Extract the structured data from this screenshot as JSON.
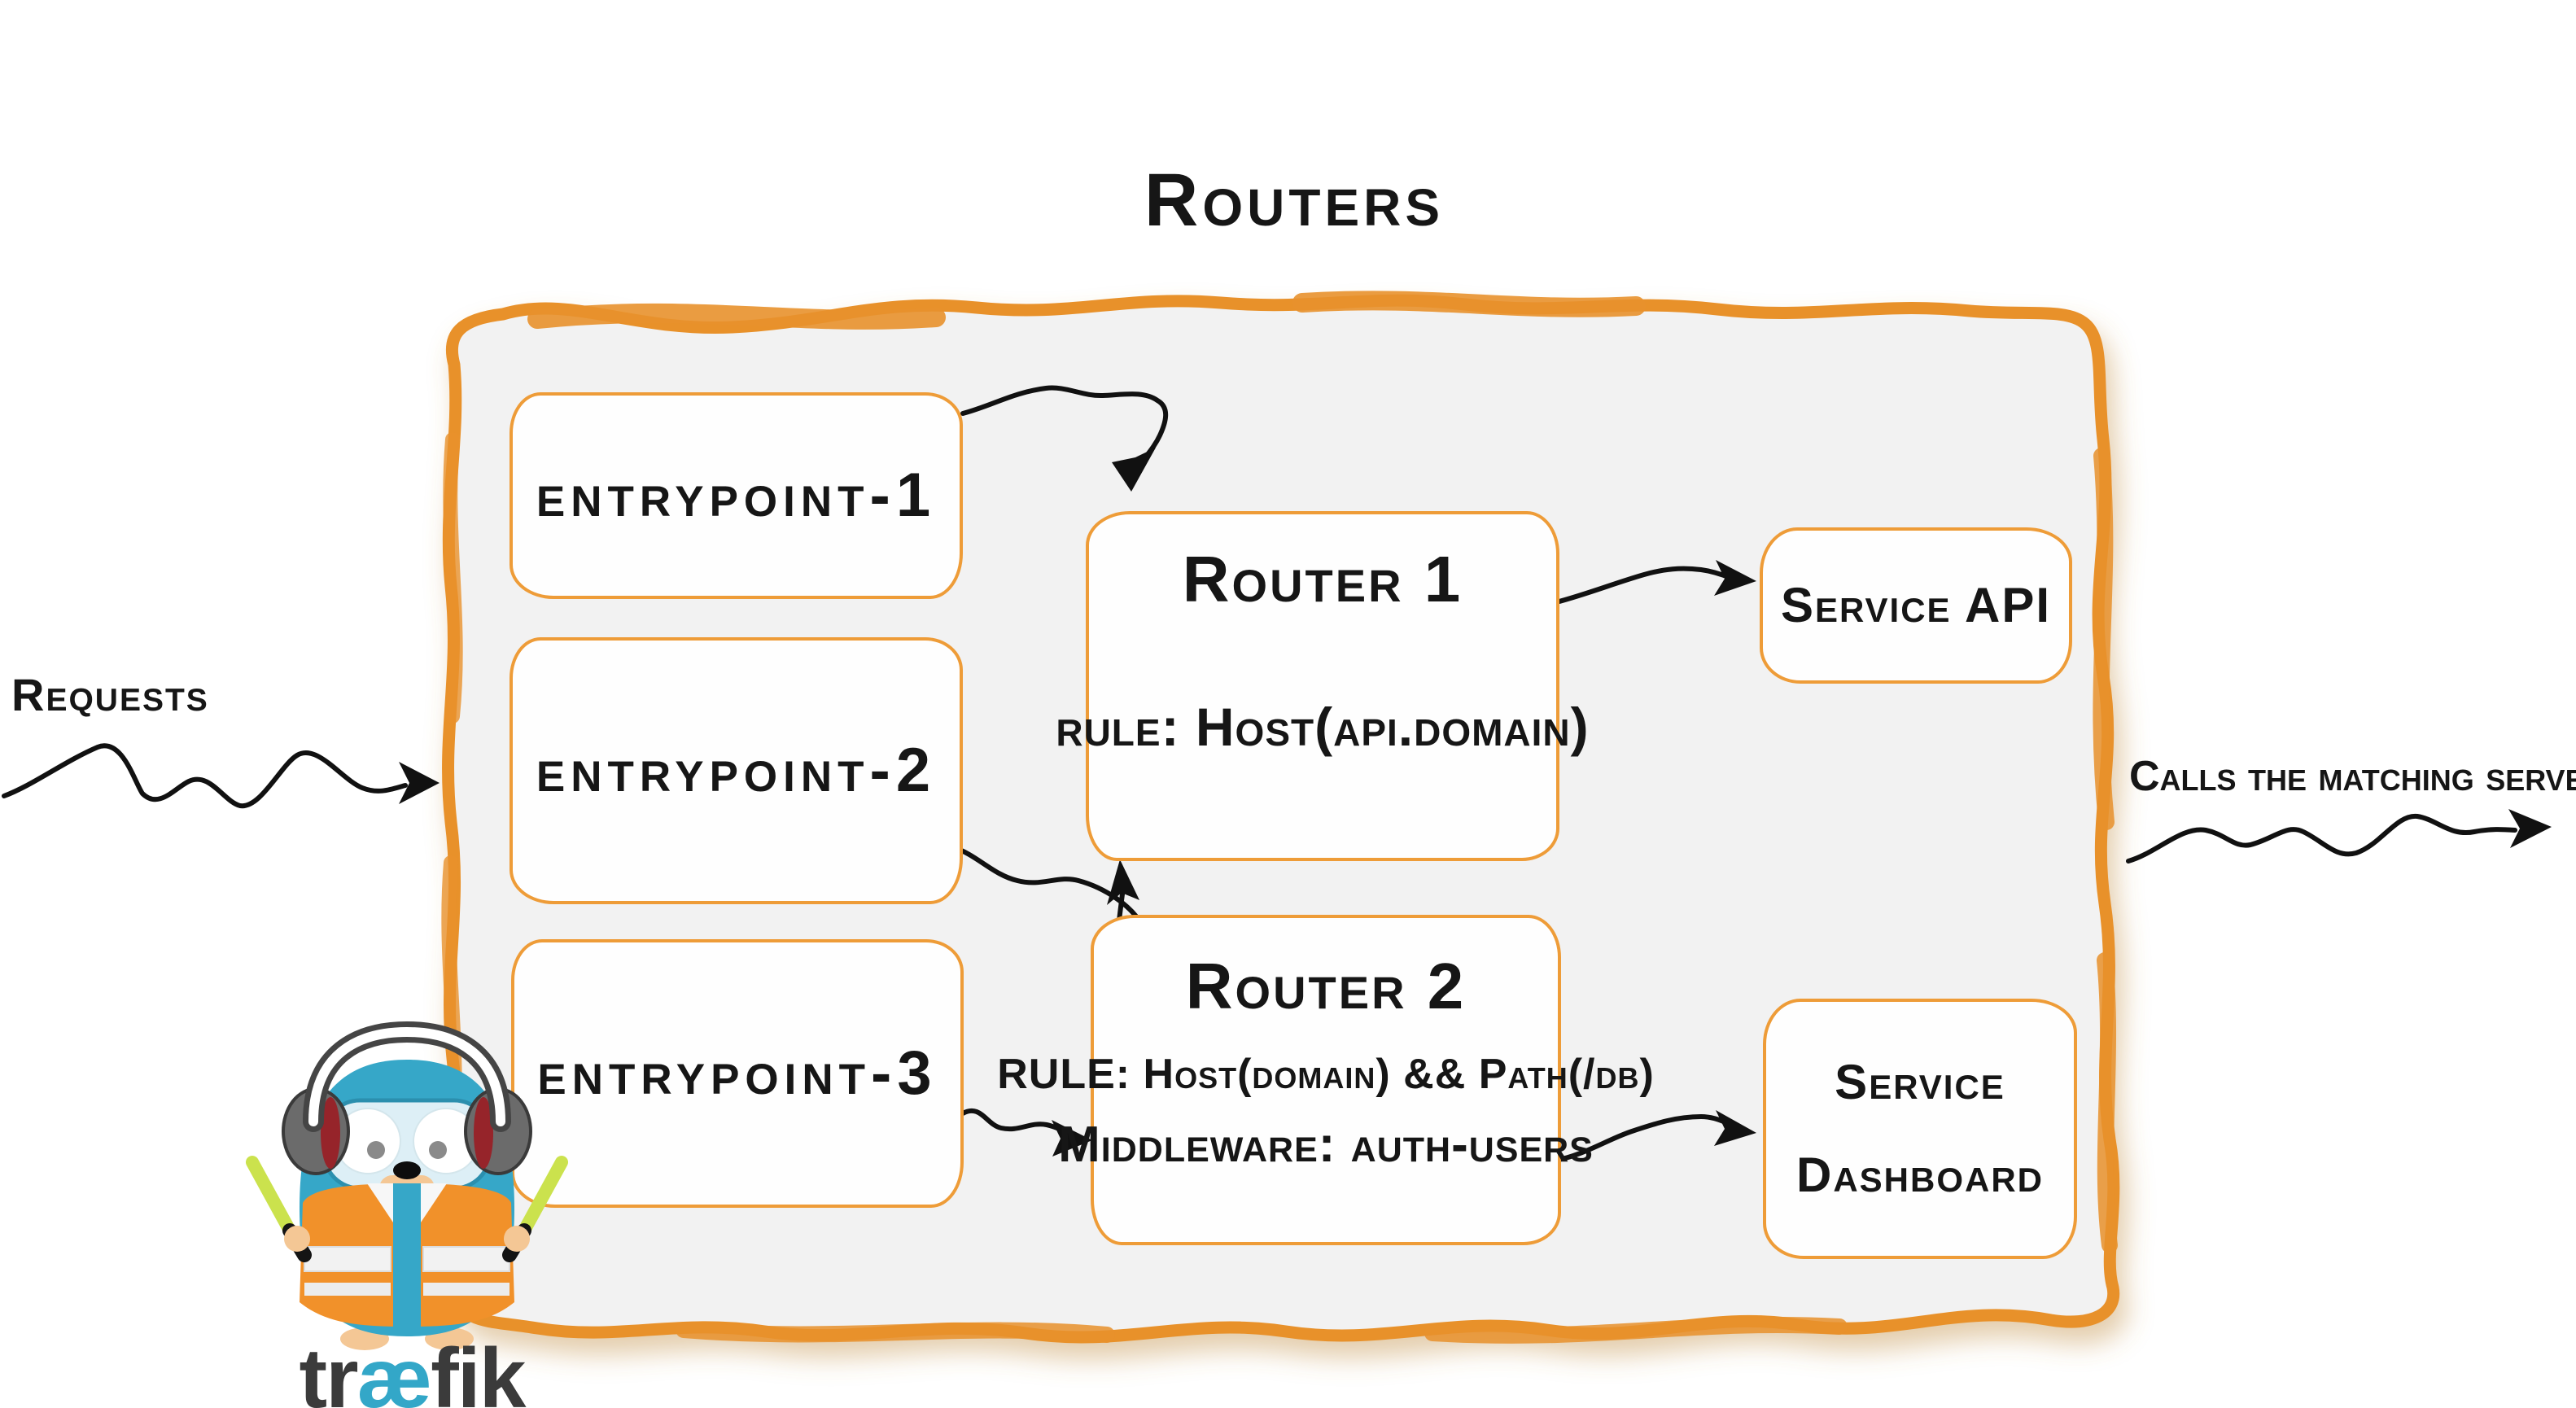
{
  "title": "Routers",
  "annotations": {
    "requests": "Requests",
    "calls": "Calls the matching server"
  },
  "entrypoints": [
    {
      "label": "entrypoint-1"
    },
    {
      "label": "entrypoint-2"
    },
    {
      "label": "entrypoint-3"
    }
  ],
  "routers": [
    {
      "title": "Router 1",
      "rule": "rule: Host(api.domain)"
    },
    {
      "title": "Router 2",
      "rule": "RULE: Host(domain) && Path(/db)",
      "middleware": "Middleware: auth-users"
    }
  ],
  "services": [
    {
      "label": "Service API"
    },
    {
      "label": "Service Dashboard"
    }
  ],
  "logo": {
    "icon": "traefik-gopher-mascot",
    "wordmark_pre": "tr",
    "wordmark_ae": "æ",
    "wordmark_post": "fik"
  },
  "colors": {
    "accent_orange": "#e8912c",
    "node_border_orange": "#ee9c38",
    "container_fill": "#f2f2f2",
    "node_fill": "#fefefe",
    "ink": "#161616",
    "traefik_blue": "#36a7c8",
    "vest_orange": "#f1912a",
    "baton_green": "#cbe24d",
    "wordmark_gray": "#3b3b3b",
    "shadow_tan": "#c29045"
  }
}
